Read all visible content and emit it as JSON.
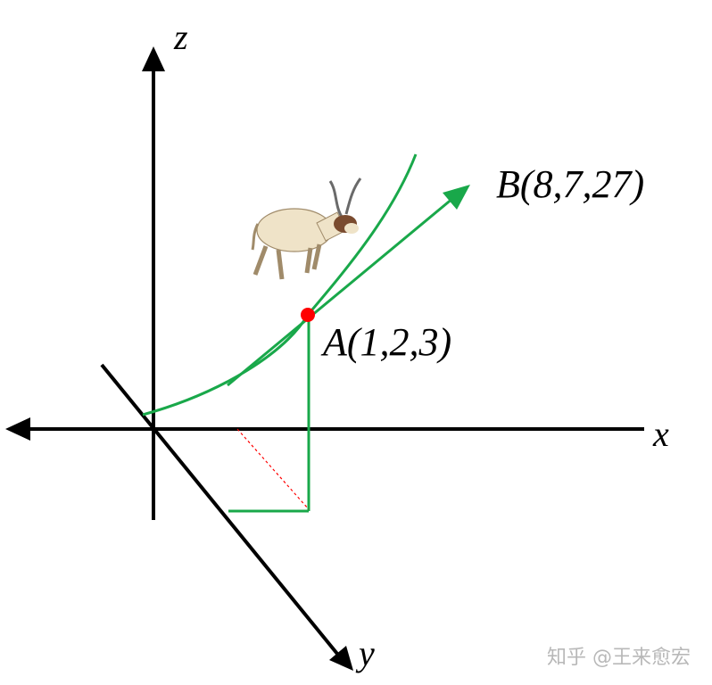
{
  "axes": {
    "x_label": "x",
    "y_label": "y",
    "z_label": "z"
  },
  "points": {
    "a_label": "A(1,2,3)",
    "b_label": "B(8,7,27)"
  },
  "watermark": "知乎 @王来愈宏",
  "icons": {
    "animal": "antelope-illustration"
  },
  "colors": {
    "axis": "#000000",
    "curve": "#19a84a",
    "point": "#ff0000",
    "projection": "#ff0000",
    "watermark": "#b8b8b8"
  }
}
